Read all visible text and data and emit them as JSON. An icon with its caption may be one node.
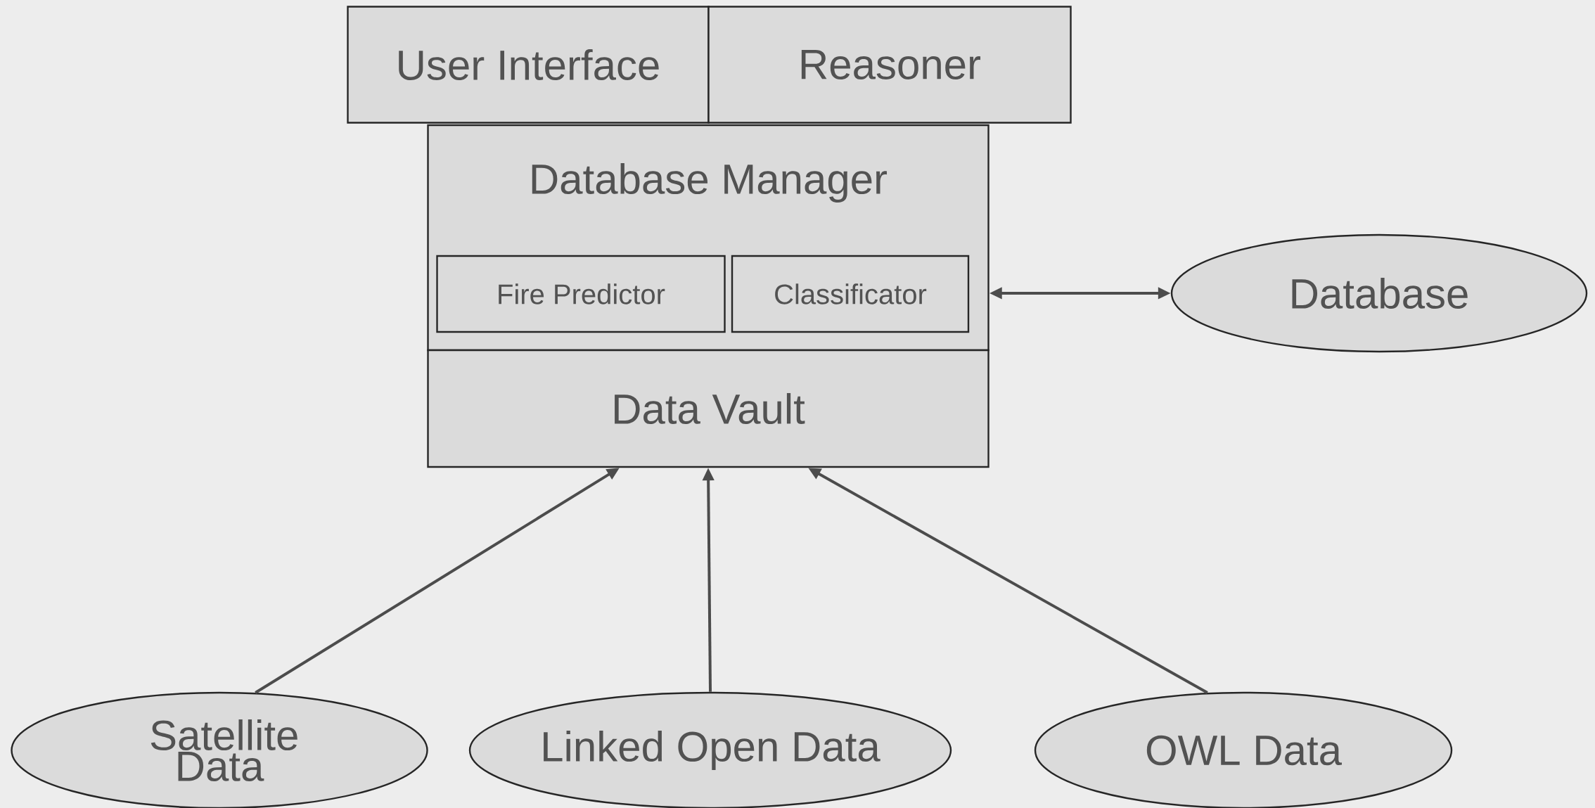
{
  "diagram": {
    "nodes": [
      {
        "text": [
          "User Interface"
        ]
      },
      {
        "text": [
          "Reasoner"
        ]
      },
      {
        "text": [
          "Database Manager"
        ]
      },
      {
        "text": [
          "Fire Predictor"
        ],
        "in": 2
      },
      {
        "text": [
          "Classificator"
        ],
        "in": 2
      },
      {
        "text": [
          "Data Vault"
        ]
      },
      {
        "text": [
          "Database"
        ]
      },
      {
        "text": [
          "Satellite Data"
        ]
      },
      {
        "text": [
          "Linked Open Data"
        ]
      },
      {
        "text": [
          "OWL Data"
        ]
      }
    ],
    "edges": [
      {
        "from": 2,
        "to": 6,
        "arrow": "both"
      },
      {
        "from": 7,
        "to": 5,
        "arrow": "to"
      },
      {
        "from": 8,
        "to": 5,
        "arrow": "to"
      },
      {
        "from": 9,
        "to": 5,
        "arrow": "to"
      }
    ]
  }
}
